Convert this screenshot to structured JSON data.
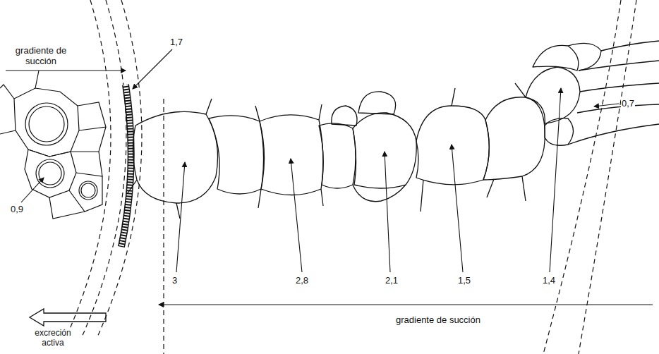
{
  "diagram": {
    "labels": [
      "gradiente de succión",
      "1,7",
      "0,9",
      "3",
      "2,8",
      "2,1",
      "1,5",
      "1,4",
      "0,7",
      "gradiente de succión",
      "excreción activa"
    ]
  }
}
